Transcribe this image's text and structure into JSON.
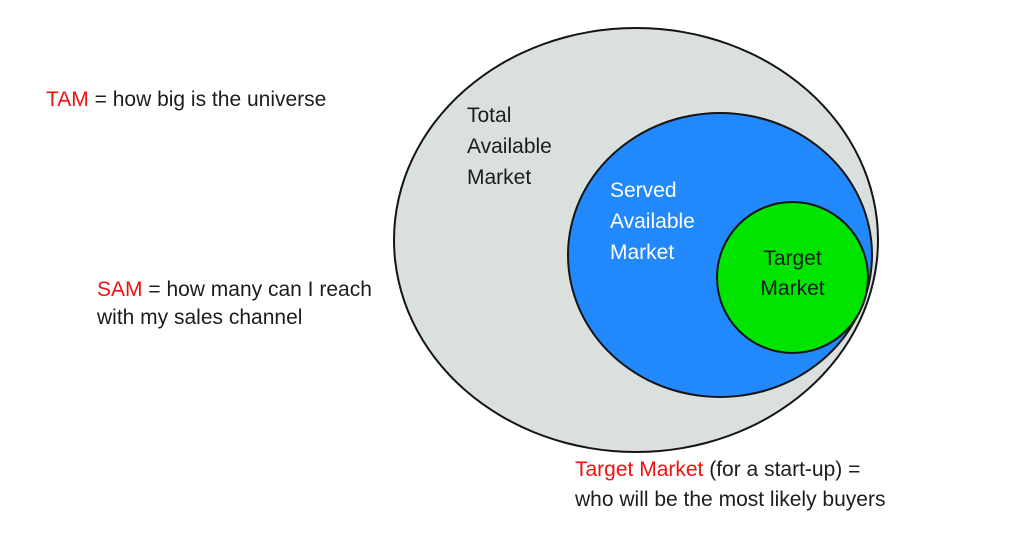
{
  "colors": {
    "accent_red": "#ee1111",
    "gray_fill": "#d9e0de",
    "blue_fill": "#2289fc",
    "green_fill": "#00e400",
    "outline": "#141414",
    "text_dark": "#1c1c1c",
    "text_light": "#ffffff"
  },
  "diagram": {
    "type": "nested-circles-market-sizing",
    "circles": {
      "tam": {
        "label": "Total\nAvailable\nMarket"
      },
      "sam": {
        "label": "Served\nAvailable\nMarket"
      },
      "target": {
        "label": "Target\nMarket"
      }
    },
    "annotations": {
      "tam": {
        "term": "TAM",
        "rest": " = how big is the universe"
      },
      "sam": {
        "term": "SAM",
        "rest": " = how many can I reach",
        "line2": "with my sales channel"
      },
      "target": {
        "term": "Target Market",
        "rest": " (for a start-up) =",
        "line2": "who will be the most likely buyers"
      }
    }
  }
}
